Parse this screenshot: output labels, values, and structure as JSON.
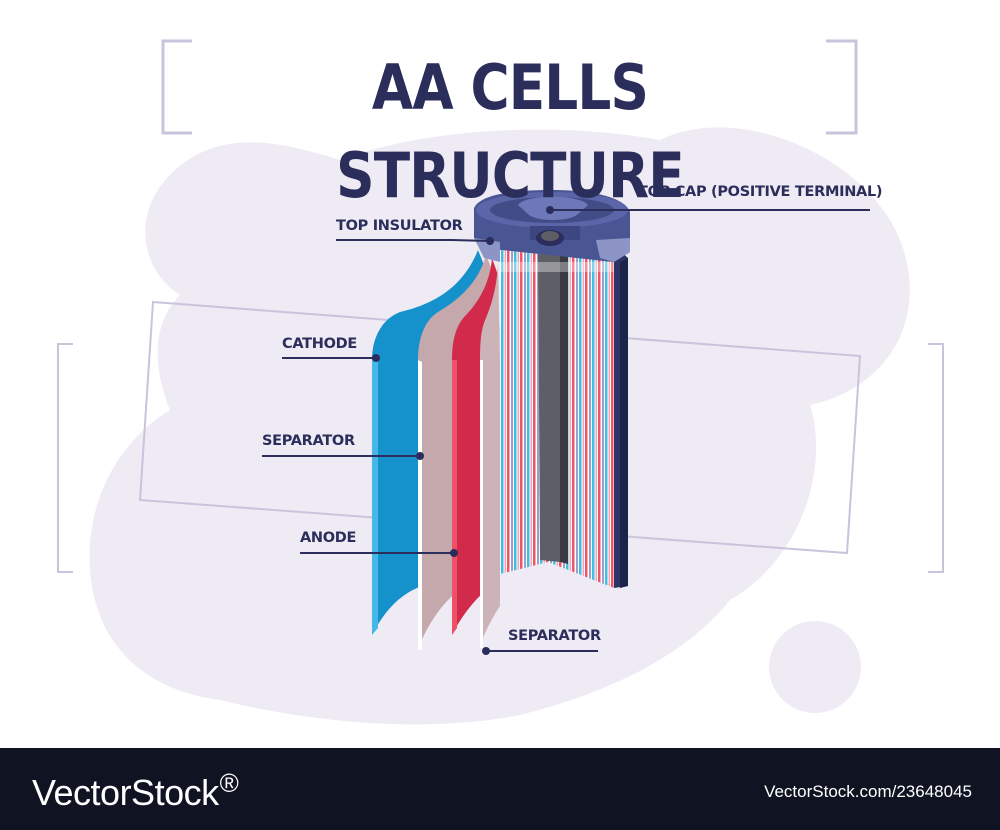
{
  "title": "AA CELLS STRUCTURE",
  "labels": {
    "top_cap": "TOP CAP (POSITIVE TERMINAL)",
    "top_insulator": "TOP INSULATOR",
    "cathode": "CATHODE",
    "separator_1": "SEPARATOR",
    "anode": "ANODE",
    "separator_2": "SEPARATOR"
  },
  "footer": {
    "brand_left": "VectorStock",
    "brand_mark": "®",
    "image_id": "VectorStock.com/23648045"
  },
  "colors": {
    "title": "#2b2d5b",
    "blob": "#eeebf4",
    "frame": "#c9c4dc",
    "cathode": "#1592cc",
    "separator": "#c5a8ac",
    "anode": "#d22a4b",
    "casing": "#4a5593",
    "core": "#5e5e66",
    "footer_bg": "#101322"
  }
}
